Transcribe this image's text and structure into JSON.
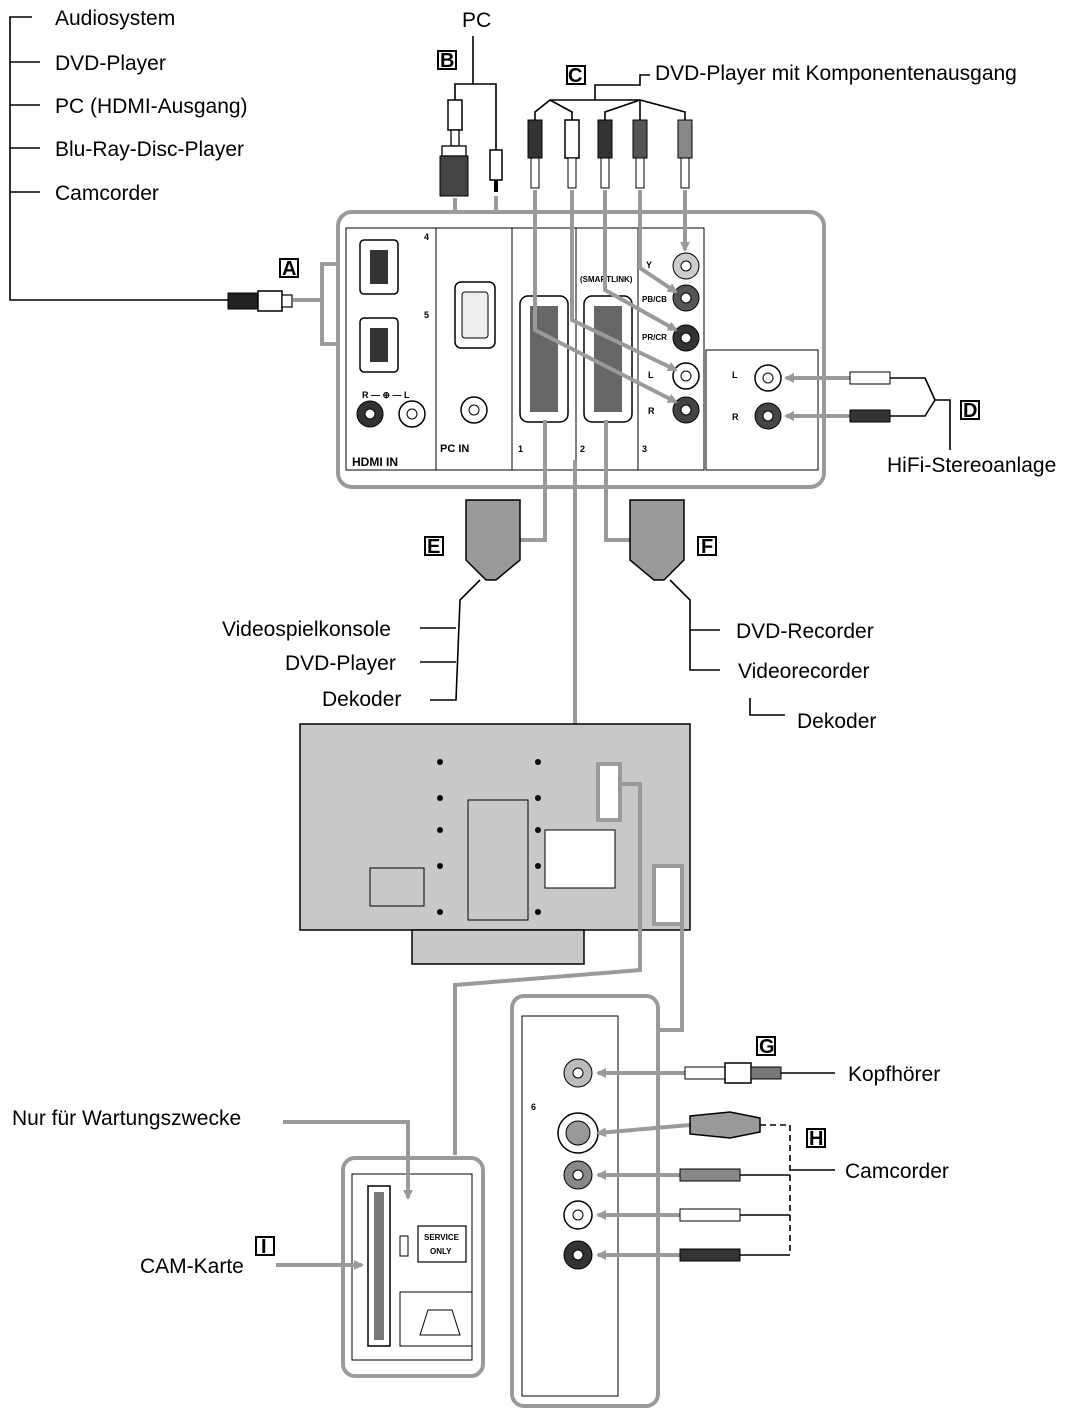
{
  "labels": {
    "audiosystem": "Audiosystem",
    "dvd_player_a": "DVD-Player",
    "pc_hdmi": "PC (HDMI-Ausgang)",
    "bluray": "Blu-Ray-Disc-Player",
    "camcorder_a": "Camcorder",
    "pc": "PC",
    "dvd_component": "DVD-Player mit Komponentenausgang",
    "hifi": "HiFi-Stereoanlage",
    "videospielkonsole": "Videospielkonsole",
    "dvd_player_e": "DVD-Player",
    "dekoder_e": "Dekoder",
    "dvd_recorder": "DVD-Recorder",
    "videorecorder": "Videorecorder",
    "dekoder_f": "Dekoder",
    "kopfhoerer": "Kopfhörer",
    "camcorder_h": "Camcorder",
    "wartung": "Nur für Wartungszwecke",
    "cam_karte": "CAM-Karte"
  },
  "badges": {
    "a": "A",
    "b": "B",
    "c": "C",
    "d": "D",
    "e": "E",
    "f": "F",
    "g": "G",
    "h": "H",
    "i": "I"
  },
  "panel": {
    "hdmi_in": "HDMI IN",
    "hdmi_num_4": "4",
    "hdmi_num_5": "5",
    "audio_rl": "R — ⊕ — L",
    "pc_in": "PC IN",
    "smartlink": "(SMARTLINK)",
    "y": "Y",
    "pb": "PB/CB",
    "pr": "PR/CR",
    "l": "L",
    "r": "R",
    "scart1": "1",
    "scart2": "2",
    "comp3": "3",
    "service_only_1": "SERVICE",
    "service_only_2": "ONLY",
    "side_6": "6"
  }
}
